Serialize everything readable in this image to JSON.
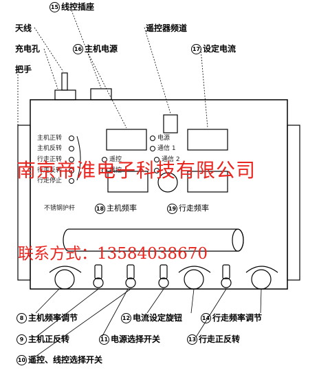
{
  "top_labels": {
    "line_socket": {
      "num": "15",
      "text": "线控插座"
    },
    "antenna": "天线",
    "remote_channel": "遥控器频道",
    "charge_hole": "充电孔",
    "main_power": {
      "num": "16",
      "text": "主机电源"
    },
    "set_current": {
      "num": "17",
      "text": "设定电流"
    },
    "handle": "把手"
  },
  "panel_text": {
    "main_forward": "主机正转",
    "main_reverse": "主机反转",
    "travel_forward": "行走正转",
    "travel_reverse": "行走反转",
    "travel_stop": "行走停止",
    "power": "电源",
    "channel1": "通信 1",
    "remote": "遥控",
    "channel2": "通信 2",
    "line_control": "线控",
    "brush": "不锈钢护杆",
    "main_freq": {
      "num": "18",
      "text": "主机频率"
    },
    "travel_freq": {
      "num": "19",
      "text": "行走频率"
    }
  },
  "watermark": {
    "company": "南京帝淮电子科技有限公司",
    "contact": "联系方式：13584038670"
  },
  "bottom_labels": {
    "main_freq_adjust": {
      "num": "8",
      "text": "主机频率调节"
    },
    "current_knob": {
      "num": "12",
      "text": "电流设定旋钮"
    },
    "travel_freq_adjust": {
      "num": "14",
      "text": "行走频率调节"
    },
    "main_dir": {
      "num": "9",
      "text": "主机正反转"
    },
    "power_select": {
      "num": "11",
      "text": "电源选择开关"
    },
    "travel_dir": {
      "num": "13",
      "text": "行走正反转"
    },
    "remote_select": {
      "num": "10",
      "text": "遥控、线控选择开关"
    }
  },
  "colors": {
    "watermark": "#e8251f",
    "line": "#000000"
  }
}
